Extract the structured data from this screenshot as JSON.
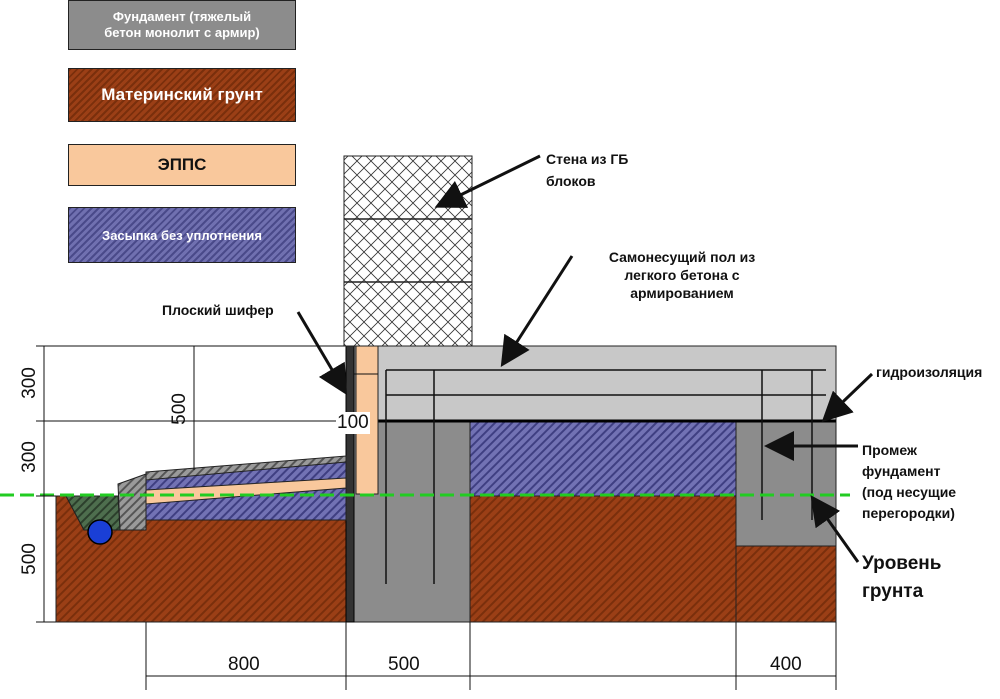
{
  "legend": {
    "foundation": "Фундамент (тяжелый бетон монолит с армир)",
    "foundation_line1": "Фундамент (тяжелый",
    "foundation_line2": "бетон монолит с армир)",
    "native_soil": "Материнский грунт",
    "epps": "ЭППС",
    "backfill": "Засыпка без уплотнения"
  },
  "labels": {
    "wall": "Стена из ГБ блоков",
    "wall_line1": "Стена из ГБ",
    "wall_line2": "блоков",
    "floor": "Самонесущий пол из легкого бетона с армированием",
    "floor_line1": "Самонесущий пол из",
    "floor_line2": "легкого бетона с",
    "floor_line3": "армированием",
    "slate": "Плоский шифер",
    "waterproofing": "гидроизоляция",
    "intermediate": "Промеж фундамент (под несущие перегородки)",
    "intermediate_line1": "Промеж",
    "intermediate_line2": "фундамент",
    "intermediate_line3": "(под несущие",
    "intermediate_line4": "перегородки)",
    "ground_level_line1": "Уровень",
    "ground_level_line2": "грунта"
  },
  "dimensions": {
    "left_300_top": "300",
    "left_300_mid": "300",
    "left_500": "500",
    "inner_500": "500",
    "epps_100": "100",
    "bottom_800": "800",
    "bottom_500": "500",
    "bottom_400": "400"
  },
  "colors": {
    "concrete": "#8c8c8c",
    "floor_concrete": "#c8c8c8",
    "soil": "#9b3f16",
    "epps": "#f9c89c",
    "backfill": "#6a6aa8",
    "ground_line": "#22cc22",
    "drain_pipe": "#1a3fd6"
  }
}
